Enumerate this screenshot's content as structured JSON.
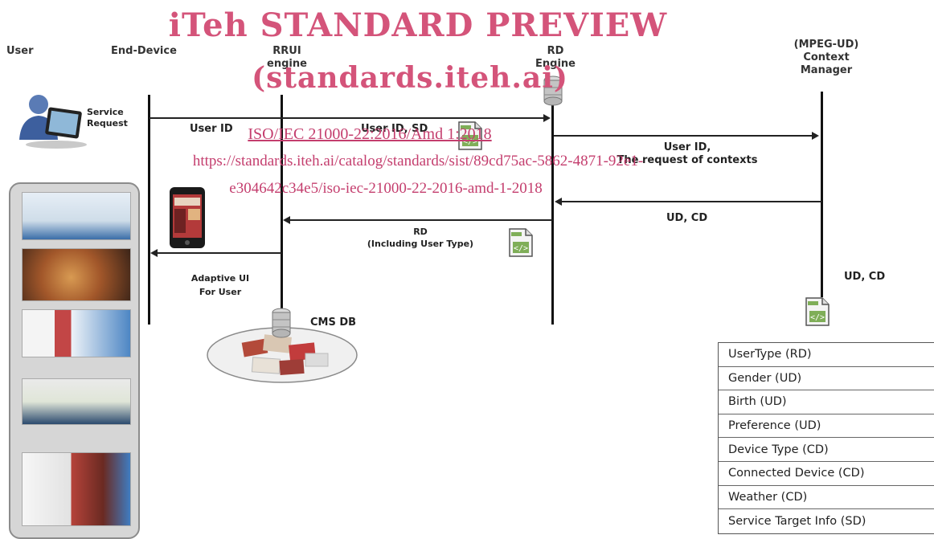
{
  "watermark": {
    "title": "iTeh STANDARD PREVIEW",
    "subtitle": "(standards.iteh.ai)",
    "doc_id": "ISO/IEC 21000-22:2016/Amd 1:2018",
    "url_line1": "https://standards.iteh.ai/catalog/standards/sist/89cd75ac-5862-4871-92e1-",
    "url_line2": "e304642c34e5/iso-iec-21000-22-2016-amd-1-2018"
  },
  "actors": {
    "user": "User",
    "end_device": "End-Device",
    "rrui_line1": "RRUI",
    "rrui_line2": "engine",
    "rd_line1": "RD",
    "rd_line2": "Engine",
    "cm_line1": "(MPEG-UD)",
    "cm_line2": "Context",
    "cm_line3": "Manager"
  },
  "labels": {
    "service_request_line1": "Service",
    "service_request_line2": "Request",
    "user_id": "User ID",
    "user_id_sd": "User ID, SD",
    "user_id_ctx_line1": "User ID,",
    "user_id_ctx_line2": "The request of contexts",
    "ud_cd_return": "UD, CD",
    "rd_line1": "RD",
    "rd_line2": "(Including User Type)",
    "adaptive_line1": "Adaptive UI",
    "adaptive_line2": "For User",
    "ud_cd_doc": "UD, CD",
    "cms_db": "CMS  DB"
  },
  "context_table": [
    "UserType (RD)",
    "Gender (UD)",
    "Birth (UD)",
    "Preference (UD)",
    "Device Type (CD)",
    "Connected Device (CD)",
    "Weather (CD)",
    "Service Target Info (SD)"
  ],
  "colors": {
    "watermark": "#d4547a",
    "doc_icon": "#7fae58",
    "panel": "#d6d6d6"
  }
}
